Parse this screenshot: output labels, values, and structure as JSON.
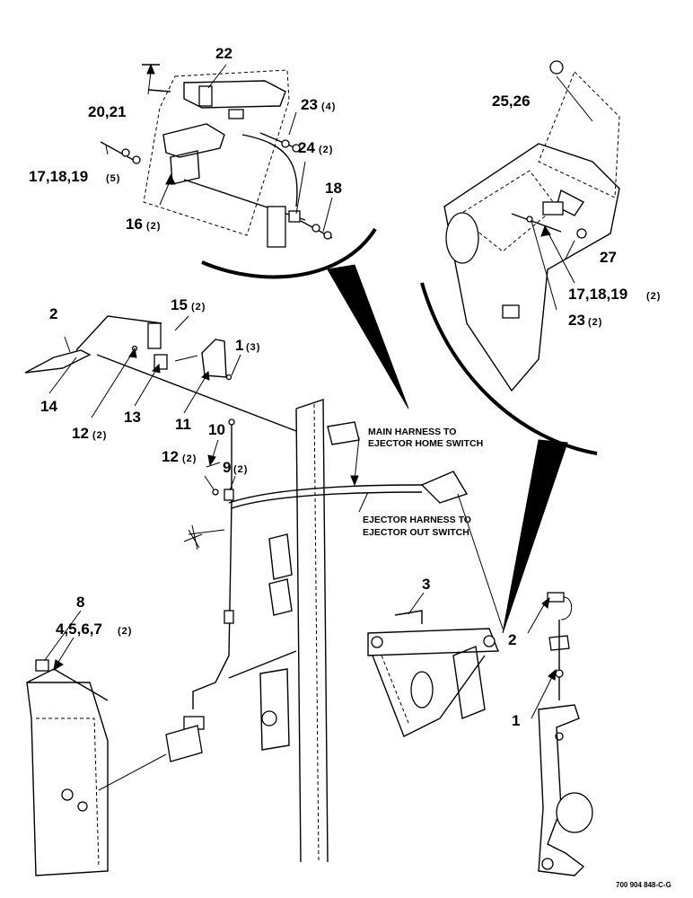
{
  "callouts": {
    "c22": "22",
    "c20_21": "20,21",
    "c23_4": "23",
    "c23_4_qty": "(4)",
    "c17_18_19_5": "17,18,19",
    "c17_18_19_5_qty": "(5)",
    "c24_2": "24",
    "c24_2_qty": "(2)",
    "c18": "18",
    "c16_2": "16",
    "c16_2_qty": "(2)",
    "c25_26": "25,26",
    "c27": "27",
    "c17_18_19_2": "17,18,19",
    "c17_18_19_2_qty": "(2)",
    "c23_2": "23",
    "c23_2_qty": "(2)",
    "c2_top": "2",
    "c15_2": "15",
    "c15_2_qty": "(2)",
    "c1_3": "1",
    "c1_3_qty": "(3)",
    "c14": "14",
    "c12_2a": "12",
    "c12_2a_qty": "(2)",
    "c13": "13",
    "c11": "11",
    "c10": "10",
    "c12_2b": "12",
    "c12_2b_qty": "(2)",
    "c9_2": "9",
    "c9_2_qty": "(2)",
    "c8": "8",
    "c4_5_6_7_2": "4,5,6,7",
    "c4_5_6_7_2_qty": "(2)",
    "c3": "3",
    "c2_right": "2",
    "c1_right": "1"
  },
  "notes": {
    "main_harness_line1": "MAIN HARNESS TO",
    "main_harness_line2": "EJECTOR HOME SWITCH",
    "ejector_harness_line1": "EJECTOR HARNESS TO",
    "ejector_harness_line2": "EJECTOR OUT SWITCH"
  },
  "document_number": "700 904 848-C-G"
}
